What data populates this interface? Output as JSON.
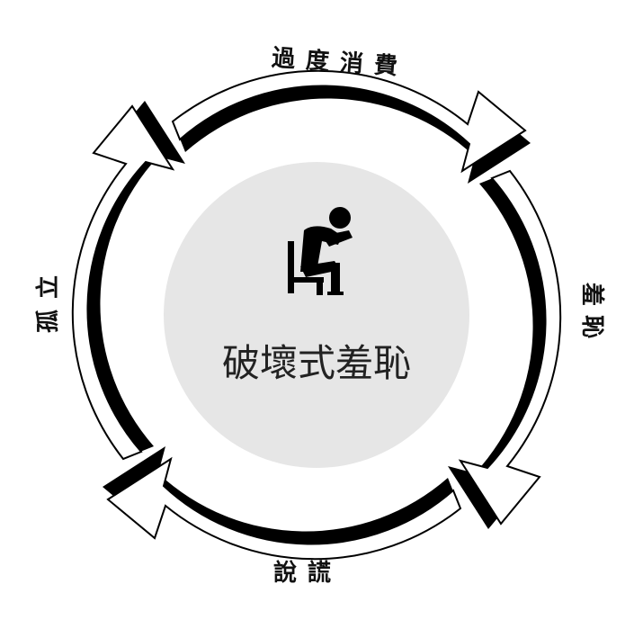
{
  "diagram": {
    "center": {
      "label": "破壞式羞恥",
      "icon": "person-head-in-hands-icon",
      "fill": "#e6e6e6"
    },
    "cycle": [
      {
        "id": "overspending",
        "label": "過度消費"
      },
      {
        "id": "shame",
        "label": "羞恥"
      },
      {
        "id": "lying",
        "label": "說謊"
      },
      {
        "id": "isolation",
        "label": "孤立"
      }
    ],
    "arrow_fill": "#ffffff",
    "arrow_stroke": "#000000"
  }
}
